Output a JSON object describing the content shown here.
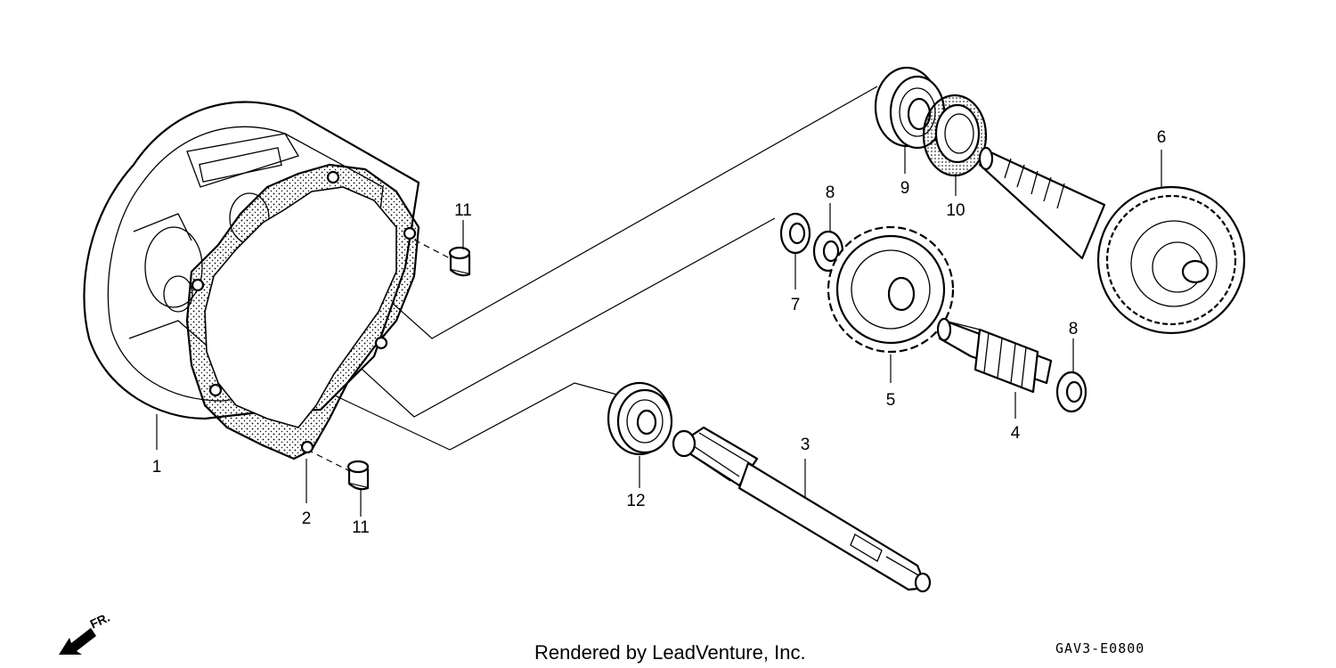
{
  "callouts": {
    "p1": "1",
    "p2": "2",
    "p3": "3",
    "p4": "4",
    "p5": "5",
    "p6": "6",
    "p7": "7",
    "p8a": "8",
    "p8b": "8",
    "p9": "9",
    "p10": "10",
    "p11a": "11",
    "p11b": "11",
    "p12": "12"
  },
  "direction_label": "FR.",
  "footer": {
    "credit": "Rendered by LeadVenture, Inc.",
    "code": "GAV3-E0800"
  }
}
